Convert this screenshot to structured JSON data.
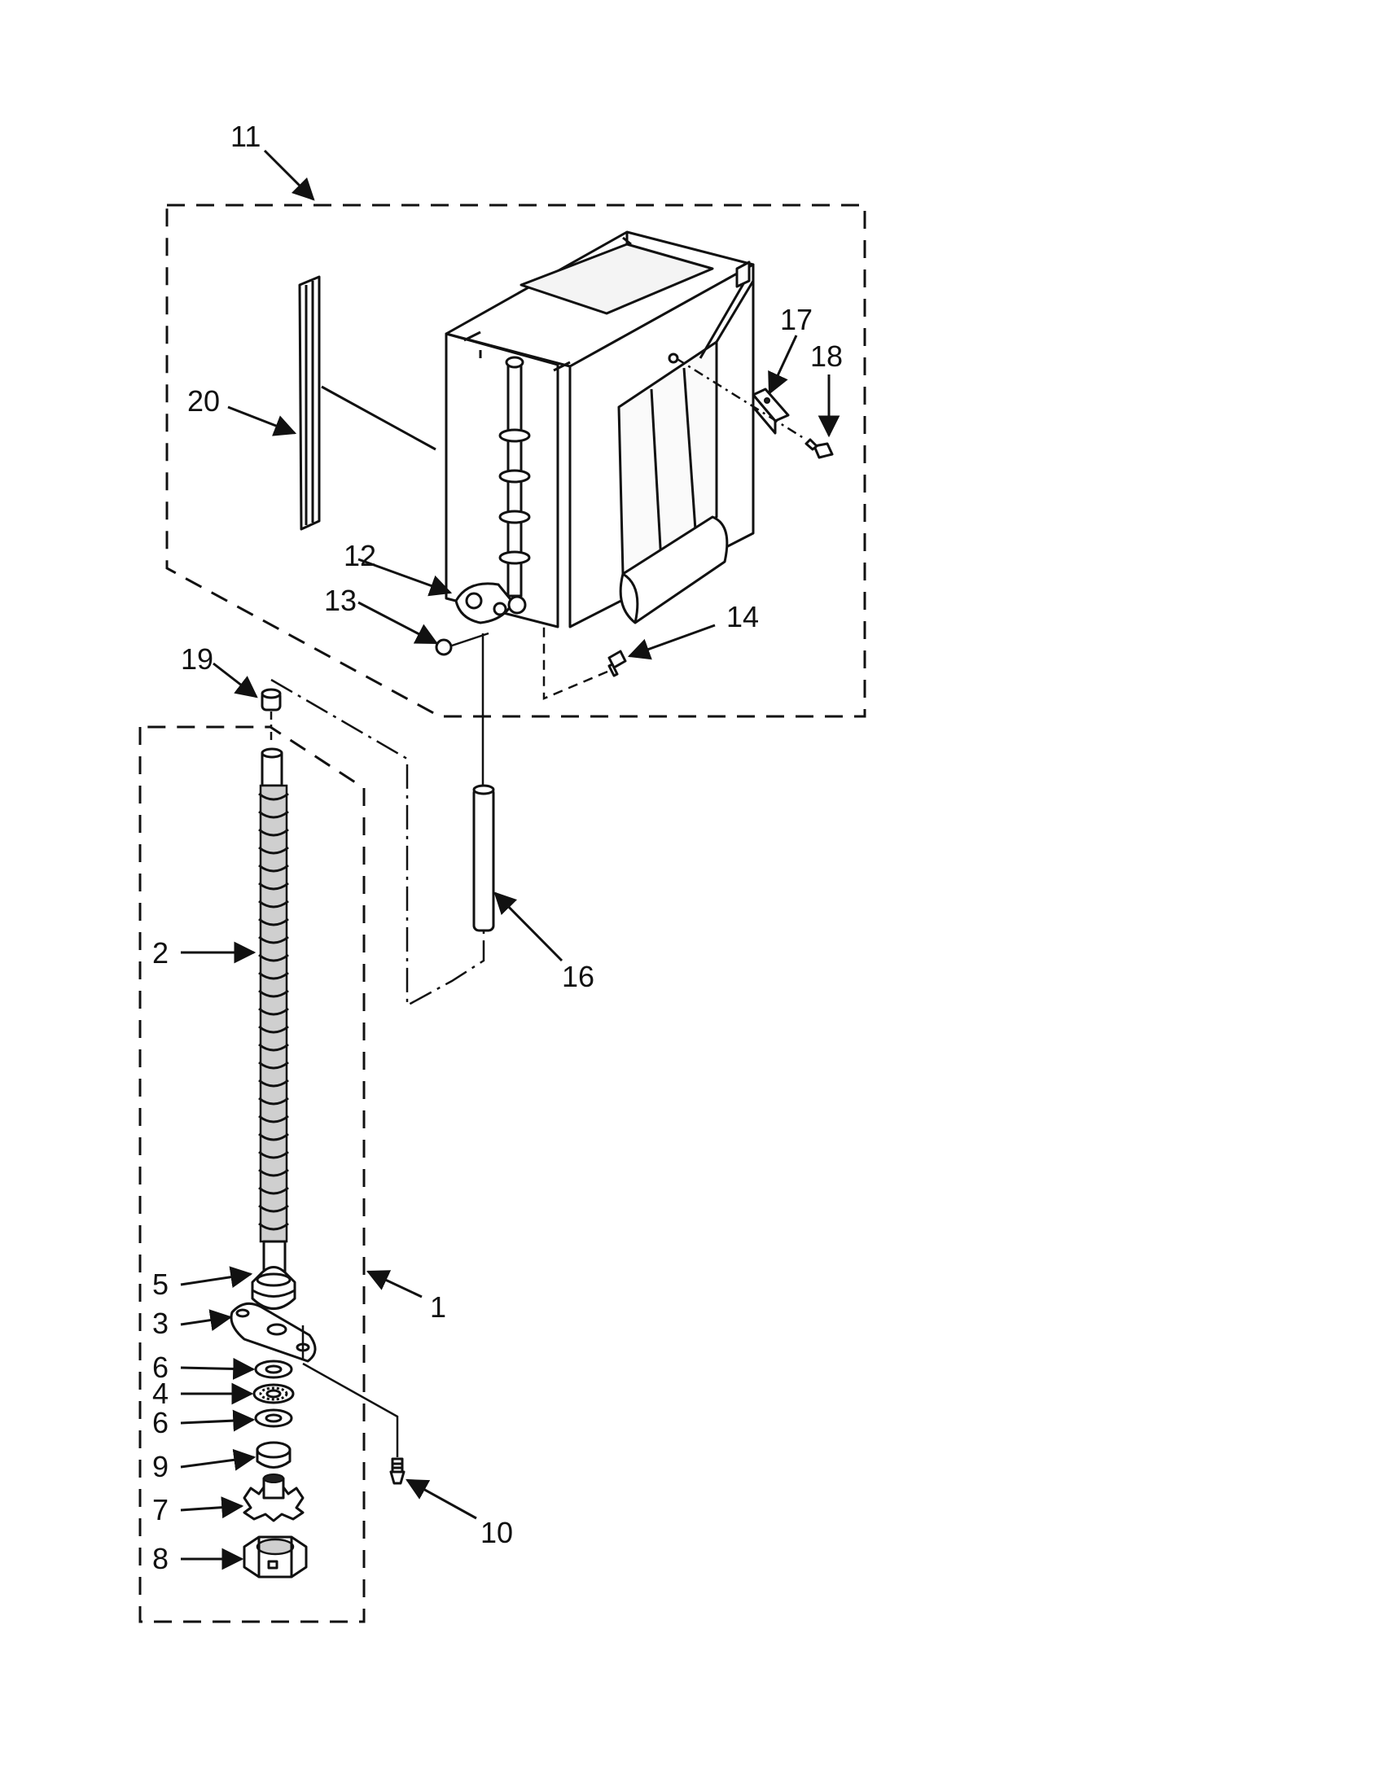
{
  "callouts": {
    "c1": "1",
    "c2": "2",
    "c3": "3",
    "c4": "4",
    "c5": "5",
    "c6a": "6",
    "c6b": "6",
    "c7": "7",
    "c8": "8",
    "c9": "9",
    "c10": "10",
    "c11": "11",
    "c12": "12",
    "c13": "13",
    "c14": "14",
    "c16": "16",
    "c17": "17",
    "c18": "18",
    "c19": "19",
    "c20": "20"
  }
}
